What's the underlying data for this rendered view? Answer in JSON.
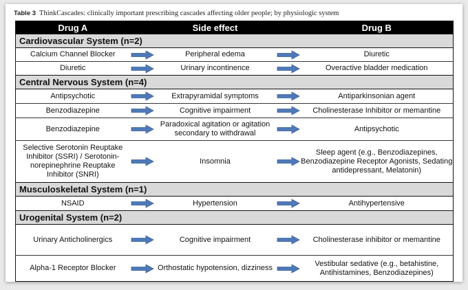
{
  "caption": {
    "label": "Table 3",
    "text": "ThinkCascades: clinically important prescribing cascades affecting older people; by physiologic system"
  },
  "headers": {
    "drug_a": "Drug A",
    "side_effect": "Side effect",
    "drug_b": "Drug B"
  },
  "arrow_color": "#4f79b8",
  "sections": [
    {
      "title": "Cardiovascular System (n=2)",
      "rows": [
        {
          "drug_a": "Calcium Channel Blocker",
          "side_effect": "Peripheral edema",
          "drug_b": "Diuretic"
        },
        {
          "drug_a": "Diuretic",
          "side_effect": "Urinary incontinence",
          "drug_b": "Overactive bladder medication"
        }
      ]
    },
    {
      "title": "Central Nervous System (n=4)",
      "rows": [
        {
          "drug_a": "Antipsychotic",
          "side_effect": "Extrapyramidal symptoms",
          "drug_b": "Antiparkinsonian agent"
        },
        {
          "drug_a": "Benzodiazepine",
          "side_effect": "Cognitive impairment",
          "drug_b": "Cholinesterase Inhibitor or memantine"
        },
        {
          "drug_a": "Benzodiazepine",
          "side_effect": "Paradoxical agitation or agitation secondary to withdrawal",
          "drug_b": "Antipsychotic"
        },
        {
          "drug_a": "Selective Serotonin Reuptake Inhibitor (SSRI) / Serotonin-norepinephrine Reuptake Inhibitor (SNRI)",
          "side_effect": "Insomnia",
          "drug_b": "Sleep agent (e.g., Benzodiazepines, Benzodiazepine Receptor Agonists, Sedating antidepressant, Melatonin)"
        }
      ]
    },
    {
      "title": "Musculoskeletal System (n=1)",
      "rows": [
        {
          "drug_a": "NSAID",
          "side_effect": "Hypertension",
          "drug_b": "Antihypertensive"
        }
      ]
    },
    {
      "title": "Urogenital System (n=2)",
      "rows": [
        {
          "drug_a": "Urinary Anticholinergics",
          "side_effect": "Cognitive impairment",
          "drug_b": "Cholinesterase inhibitor or memantine"
        },
        {
          "drug_a": "Alpha-1 Receptor Blocker",
          "side_effect": "Orthostatic hypotension, dizziness",
          "drug_b": "Vestibular sedative (e.g., betahistine, Antihistamines, Benzodiazepines)"
        }
      ]
    }
  ]
}
